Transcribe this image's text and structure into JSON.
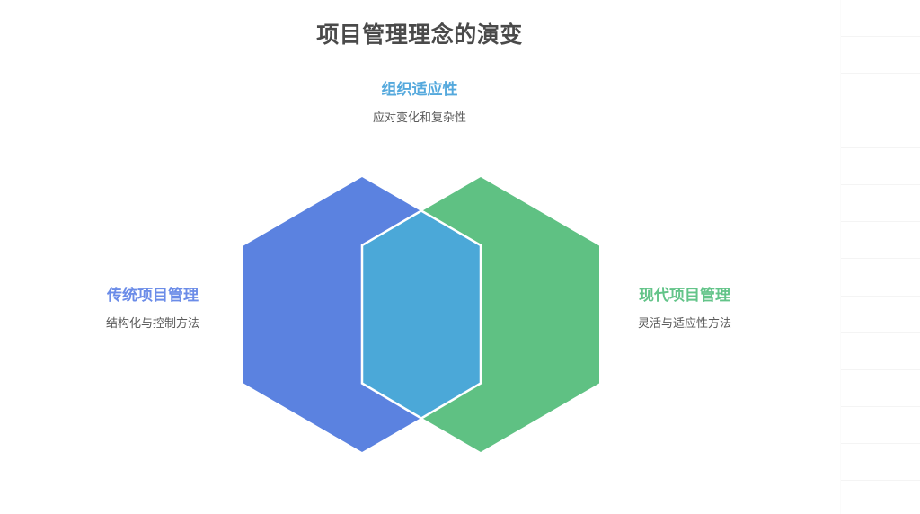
{
  "page": {
    "title": "项目管理理念的演变",
    "background_color": "#ffffff"
  },
  "chart_data": {
    "type": "diagram",
    "subtype": "venn-hexagon",
    "title": "项目管理理念的演变",
    "sets": [
      {
        "id": "traditional",
        "label": "传统项目管理",
        "description": "结构化与控制方法",
        "color": "#5b82e0",
        "label_color": "#6b8ce8",
        "position": "left"
      },
      {
        "id": "modern",
        "label": "现代项目管理",
        "description": "灵活与适应性方法",
        "color": "#5fc183",
        "label_color": "#63c489",
        "position": "right"
      }
    ],
    "intersection": {
      "id": "adaptability",
      "label": "组织适应性",
      "description": "应对变化和复杂性",
      "color": "#4ba8d8",
      "label_color": "#55a9dd",
      "stroke_color": "#ffffff",
      "position": "top-center"
    },
    "shape": "hexagon",
    "legend": "none",
    "grid": false
  },
  "colors": {
    "title_text": "#4a4a4a",
    "subtitle_text": "#5a5a5a",
    "blue_fill": "#5b82e0",
    "green_fill": "#5fc183",
    "teal_fill": "#4ba8d8",
    "outline": "#ffffff",
    "panel_rule": "#f4f4f4"
  },
  "side_panel": {
    "row_count": 14
  }
}
